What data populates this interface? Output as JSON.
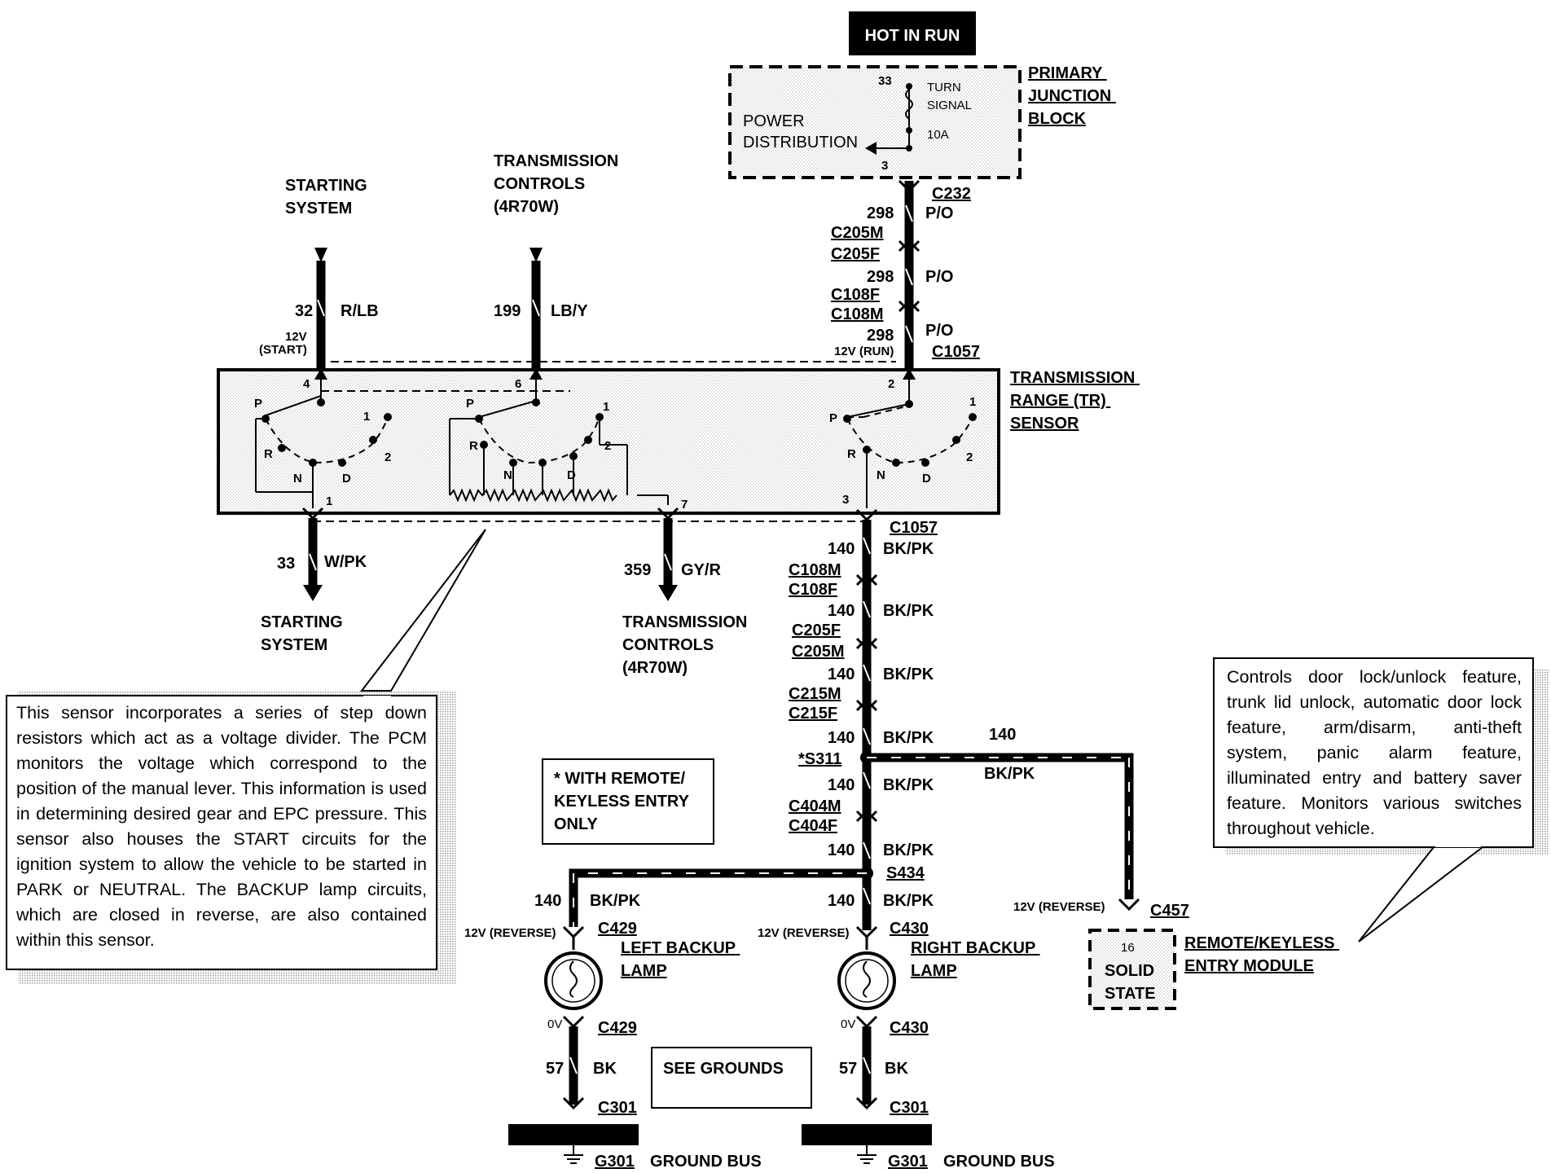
{
  "header": {
    "hot_in_run": "HOT IN RUN"
  },
  "junction_block": {
    "title": [
      "PRIMARY",
      "JUNCTION",
      "BLOCK"
    ],
    "power_distribution": [
      "POWER",
      "DISTRIBUTION"
    ],
    "fuse_pin_in": "33",
    "fuse_label": [
      "TURN",
      "SIGNAL"
    ],
    "fuse_rating": "10A",
    "fuse_pin_out": "3"
  },
  "connectors_top": {
    "c232": "C232",
    "c205m": "C205M",
    "c205f": "C205F",
    "c108f": "C108F",
    "c108m": "C108M",
    "c1057": "C1057"
  },
  "circuits_top": {
    "c298": "298",
    "po": "P/O",
    "run_note": "12V (RUN)"
  },
  "left_inputs": {
    "starting_system": [
      "STARTING",
      "SYSTEM"
    ],
    "circuit_32": "32",
    "color_32": "R/LB",
    "start_note": [
      "12V",
      "(START)"
    ],
    "trans_controls": [
      "TRANSMISSION",
      "CONTROLS",
      "(4R70W)"
    ],
    "circuit_199": "199",
    "color_199": "LB/Y"
  },
  "tr_sensor": {
    "title": [
      "TRANSMISSION",
      "RANGE (TR)",
      "SENSOR"
    ],
    "pins": {
      "p4": "4",
      "p6": "6",
      "p2": "2",
      "p1": "1",
      "p7": "7",
      "p3": "3"
    },
    "positions": {
      "P": "P",
      "R": "R",
      "N": "N",
      "D": "D",
      "one": "1",
      "two": "2"
    }
  },
  "outputs": {
    "circuit_33": "33",
    "color_33": "W/PK",
    "starting_system": [
      "STARTING",
      "SYSTEM"
    ],
    "circuit_359": "359",
    "color_359": "GY/R",
    "trans_controls": [
      "TRANSMISSION",
      "CONTROLS",
      "(4R70W)"
    ]
  },
  "backup_chain": {
    "c1057": "C1057",
    "c108m": "C108M",
    "c108f": "C108F",
    "c205f": "C205F",
    "c205m": "C205M",
    "c215m": "C215M",
    "c215f": "C215F",
    "s311": "*S311",
    "c404m": "C404M",
    "c404f": "C404F",
    "s434": "S434",
    "circuit_140": "140",
    "color_bkpk": "BK/PK"
  },
  "remote_note": [
    "* WITH REMOTE/",
    "KEYLESS ENTRY",
    "ONLY"
  ],
  "remote_module": {
    "reverse_note": "12V (REVERSE)",
    "c457": "C457",
    "pin": "16",
    "solid_state": [
      "SOLID",
      "STATE"
    ],
    "title": [
      "REMOTE/KEYLESS",
      "ENTRY MODULE"
    ]
  },
  "left_lamp": {
    "reverse_note": "12V (REVERSE)",
    "c429": "C429",
    "label": [
      "LEFT BACKUP",
      "LAMP"
    ],
    "zero_v": "0V",
    "circuit_57": "57",
    "color_bk": "BK",
    "c301": "C301",
    "g301": "G301",
    "ground_bus": "GROUND BUS"
  },
  "right_lamp": {
    "reverse_note": "12V (REVERSE)",
    "c430": "C430",
    "label": [
      "RIGHT BACKUP",
      "LAMP"
    ],
    "zero_v": "0V",
    "circuit_57": "57",
    "color_bk": "BK",
    "c301": "C301",
    "g301": "G301",
    "ground_bus": "GROUND BUS"
  },
  "see_grounds": "SEE GROUNDS",
  "sensor_note": "This sensor incorporates a series of step down resistors which act as a voltage divider. The PCM monitors the voltage which correspond to the position of the manual lever. This information is used in determining desired gear and EPC pressure. This sensor also houses the START circuits for the ignition system to allow the vehicle to be started in PARK or NEUTRAL. The BACKUP lamp circuits, which are closed in reverse, are also contained within this sensor.",
  "module_note": "Controls door lock/unlock feature, trunk lid unlock, automatic door lock feature, arm/disarm, anti-theft system, panic alarm feature, illuminated entry and battery saver feature. Monitors various switches throughout vehicle."
}
